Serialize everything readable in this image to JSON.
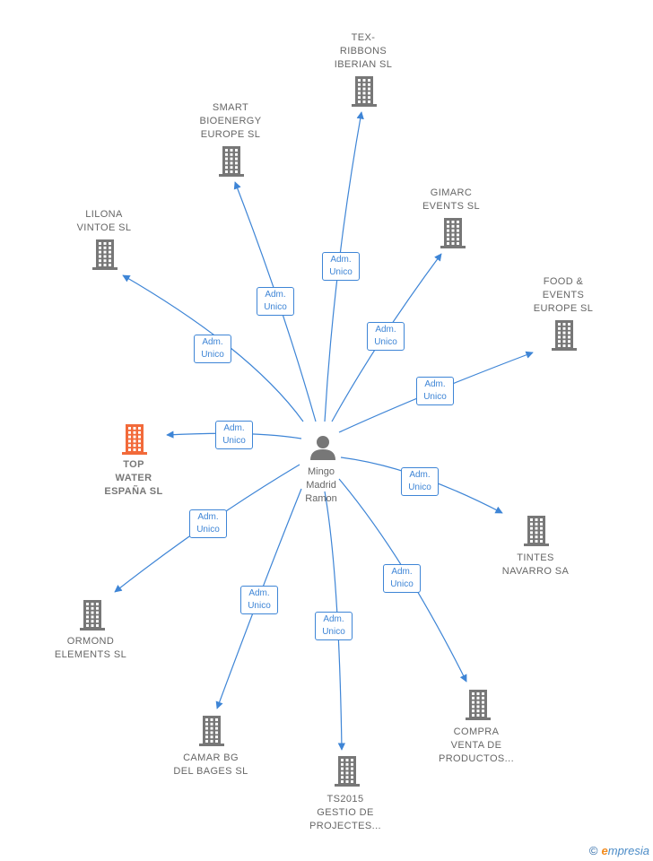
{
  "colors": {
    "edge": "#3e85d6",
    "building": "#777777",
    "highlight": "#f26a3a"
  },
  "center": {
    "name": "Mingo\nMadrid\nRamon",
    "icon": "person-icon"
  },
  "nodes": [
    {
      "id": "tex",
      "label": "TEX-\nRIBBONS\nIBERIAN SL",
      "edge_label": "Adm.\nUnico",
      "highlight": false,
      "icon": "building-icon"
    },
    {
      "id": "smart",
      "label": "SMART\nBIOENERGY\nEUROPE SL",
      "edge_label": "Adm.\nUnico",
      "highlight": false,
      "icon": "building-icon"
    },
    {
      "id": "gimarc",
      "label": "GIMARC\nEVENTS SL",
      "edge_label": "Adm.\nUnico",
      "highlight": false,
      "icon": "building-icon"
    },
    {
      "id": "lilona",
      "label": "LILONA\nVINTOE SL",
      "edge_label": "Adm.\nUnico",
      "highlight": false,
      "icon": "building-icon"
    },
    {
      "id": "food",
      "label": "FOOD &\nEVENTS\nEUROPE SL",
      "edge_label": "Adm.\nUnico",
      "highlight": false,
      "icon": "building-icon"
    },
    {
      "id": "topwater",
      "label": "TOP\nWATER\nESPAÑA SL",
      "edge_label": "Adm.\nUnico",
      "highlight": true,
      "icon": "building-icon"
    },
    {
      "id": "tintes",
      "label": "TINTES\nNAVARRO SA",
      "edge_label": "Adm.\nUnico",
      "highlight": false,
      "icon": "building-icon"
    },
    {
      "id": "ormond",
      "label": "ORMOND\nELEMENTS SL",
      "edge_label": "Adm.\nUnico",
      "highlight": false,
      "icon": "building-icon"
    },
    {
      "id": "compra",
      "label": "COMPRA\nVENTA DE\nPRODUCTOS...",
      "edge_label": "Adm.\nUnico",
      "highlight": false,
      "icon": "building-icon"
    },
    {
      "id": "camar",
      "label": "CAMAR BG\nDEL BAGES SL",
      "edge_label": "Adm.\nUnico",
      "highlight": false,
      "icon": "building-icon"
    },
    {
      "id": "ts2015",
      "label": "TS2015\nGESTIO DE\nPROJECTES...",
      "edge_label": "Adm.\nUnico",
      "highlight": false,
      "icon": "building-icon"
    }
  ],
  "footer": {
    "copyright": "©",
    "brand_first": "e",
    "brand_rest": "mpresia"
  }
}
